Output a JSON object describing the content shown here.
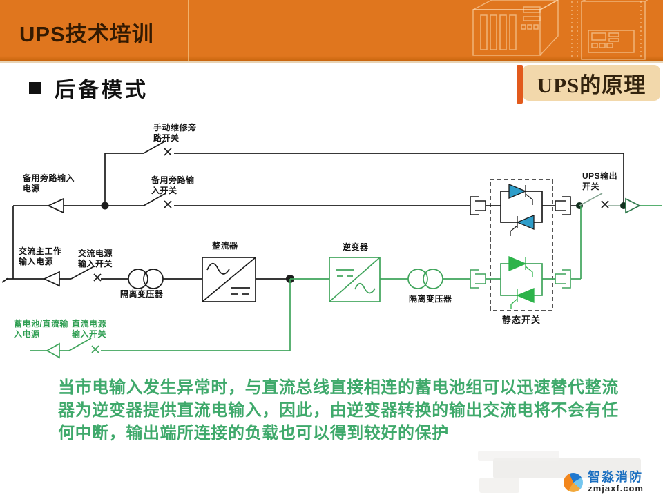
{
  "colors": {
    "orange": "#E0761E",
    "title-dark": "#331A02",
    "tan-bg": "#F2D8AB",
    "tan-text": "#33230E",
    "ink": "#1C1C1C",
    "green": "#3FA45B",
    "green-text": "#2F9E52",
    "scr-blue": "#2E9DC9",
    "scr-green": "#2DB34A",
    "para-green": "#3FA96B",
    "wm-blue": "#1B6FC0"
  },
  "header": {
    "title": "UPS技术培训"
  },
  "principle_tag": "UPS的原理",
  "section": {
    "bullet": "■",
    "title": "后备模式"
  },
  "diagram": {
    "labels": {
      "manual_bypass_switch": "手动维修旁\n路开关",
      "backup_bypass_power": "备用旁路输入\n电源",
      "backup_bypass_switch": "备用旁路输\n入开关",
      "ac_main_power": "交流主工作\n输入电源",
      "ac_input_switch": "交流电源\n输入开关",
      "isolation_transformer_left": "隔离变压器",
      "rectifier": "整流器",
      "inverter": "逆变器",
      "isolation_transformer_right": "隔离变压器",
      "static_switch": "静态开关",
      "ups_output_switch": "UPS输出\n开关",
      "battery_power": "蓄电池/直流输\n入电源",
      "dc_input_switch": "直流电源\n输入开关"
    }
  },
  "paragraph": "当市电输入发生异常时，与直流总线直接相连的蓄电池组可以迅速替代整流器为逆变器提供直流电输入，因此，由逆变器转换的输出交流电将不会有任何中断，输出端所连接的负载也可以得到较好的保护",
  "watermark": {
    "brand": "智淼消防",
    "site": "zmjaxf.com"
  }
}
